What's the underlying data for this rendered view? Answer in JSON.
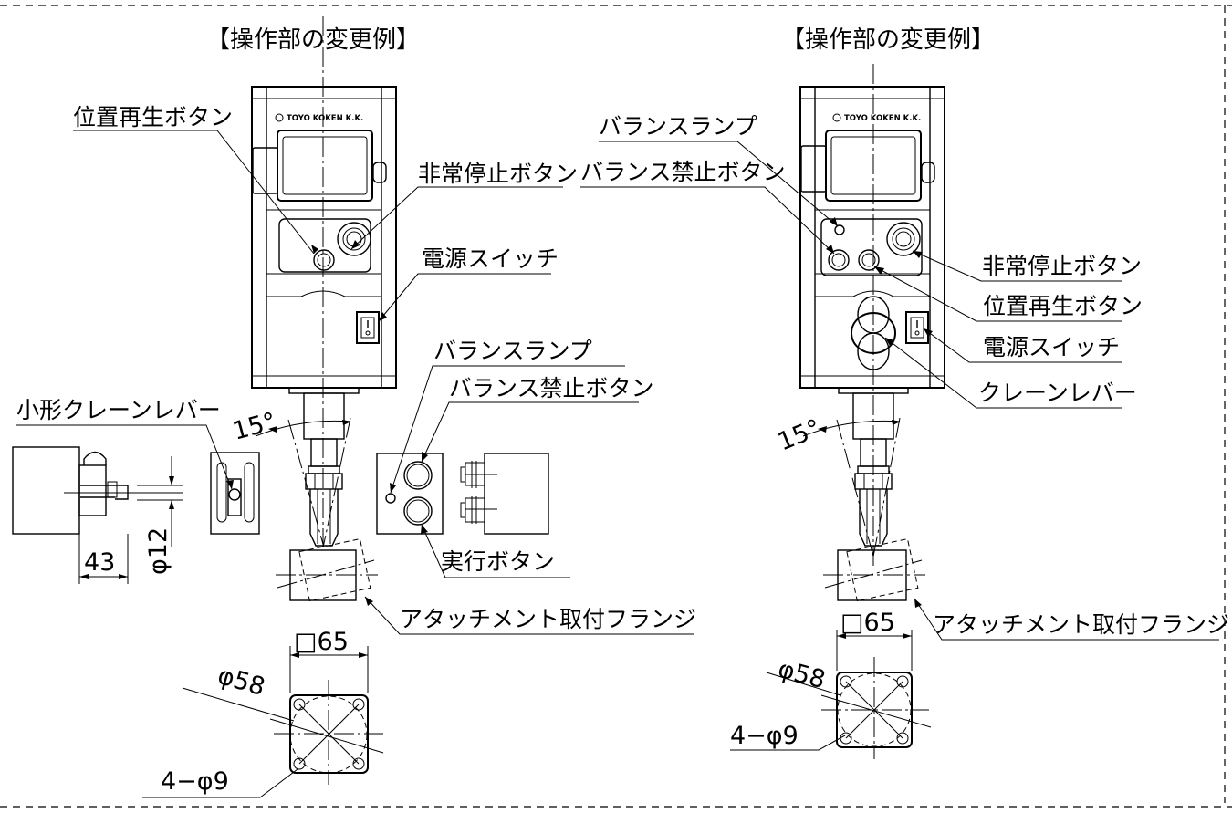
{
  "left": {
    "title": "【操作部の変更例】",
    "brand": "TOYO KOKEN K.K.",
    "labels": {
      "position_replay": "位置再生ボタン",
      "emergency_stop": "非常停止ボタン",
      "power_switch": "電源スイッチ",
      "balance_lamp": "バランスランプ",
      "balance_inhibit": "バランス禁止ボタン",
      "small_crane_lever": "小形クレーンレバー",
      "execute": "実行ボタン",
      "flange": "アタッチメント取付フランジ"
    },
    "dims": {
      "angle": "15°",
      "width_43": "43",
      "dia_12": "φ12",
      "square_65": "□65",
      "pcd_58": "φ58",
      "holes": "4−φ9"
    }
  },
  "right": {
    "title": "【操作部の変更例】",
    "brand": "TOYO KOKEN K.K.",
    "labels": {
      "balance_lamp": "バランスランプ",
      "balance_inhibit": "バランス禁止ボタン",
      "emergency_stop": "非常停止ボタン",
      "position_replay": "位置再生ボタン",
      "power_switch": "電源スイッチ",
      "crane_lever": "クレーンレバー",
      "flange": "アタッチメント取付フランジ"
    },
    "dims": {
      "angle": "15°",
      "square_65": "□65",
      "pcd_58": "φ58",
      "holes": "4−φ9"
    }
  }
}
